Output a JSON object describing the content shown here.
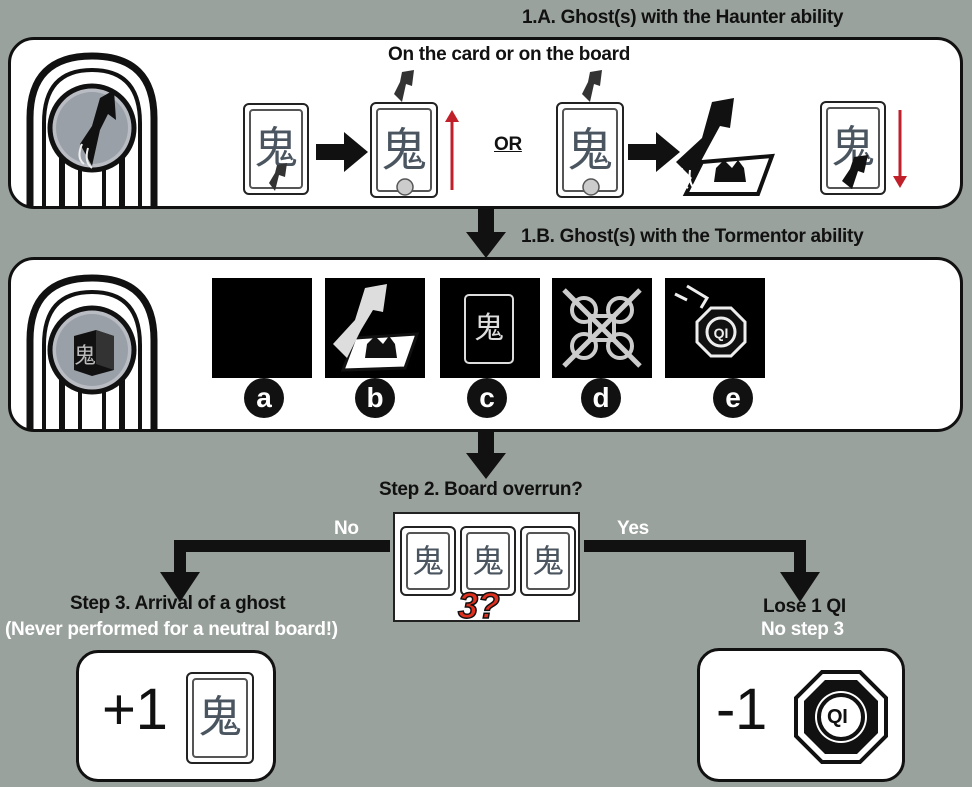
{
  "step1a": {
    "title": "1.A. Ghost(s) with the Haunter ability",
    "subtitle": "On the card or on the board",
    "or_label": "OR"
  },
  "step1b": {
    "title": "1.B. Ghost(s) with the Tormentor ability",
    "tiles": [
      {
        "badge": "a"
      },
      {
        "badge": "b"
      },
      {
        "badge": "c"
      },
      {
        "badge": "d"
      },
      {
        "badge": "e"
      }
    ]
  },
  "step2": {
    "title": "Step 2. Board overrun?",
    "no_label": "No",
    "yes_label": "Yes",
    "count_label": "3?"
  },
  "step3": {
    "title": "Step 3. Arrival of a ghost",
    "note": "(Never performed for a neutral board!)",
    "value": "+1"
  },
  "lose": {
    "title": "Lose 1 QI",
    "note": "No step 3",
    "value": "-1",
    "token_label": "QI"
  },
  "ghost_glyph": "鬼",
  "colors": {
    "background": "#9aa29d",
    "arrow": "#111111",
    "up_down_arrow": "#c0202a",
    "count_label": "#e0301e"
  }
}
